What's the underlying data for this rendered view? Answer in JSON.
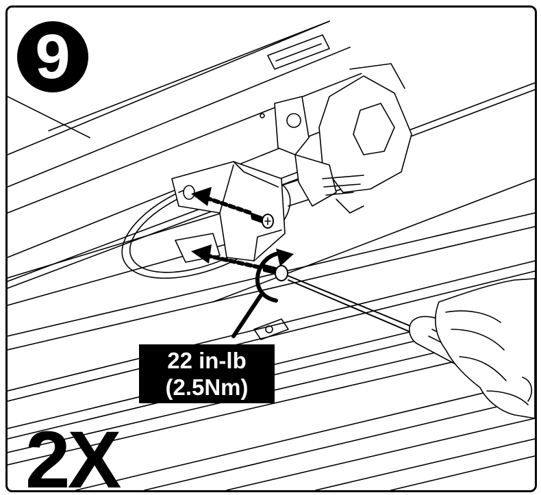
{
  "step": {
    "number": "9"
  },
  "torque": {
    "line1": "22 in-lb",
    "line2": "(2.5Nm)"
  },
  "quantity": {
    "label": "2X"
  },
  "colors": {
    "ink": "#000000",
    "paper": "#ffffff"
  },
  "icons": [
    "screw-icon",
    "screwdriver-icon",
    "rotation-arrow-icon",
    "insertion-arrow-icon"
  ]
}
